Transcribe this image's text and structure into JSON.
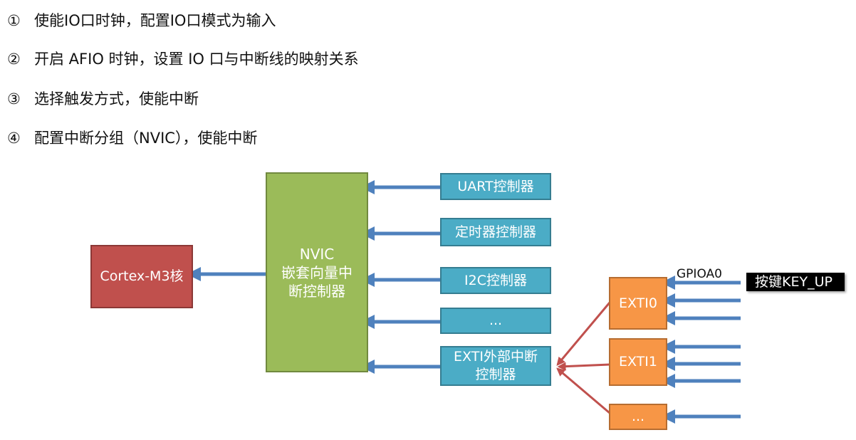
{
  "steps": [
    {
      "num": "①",
      "text": "使能IO口时钟，配置IO口模式为输入"
    },
    {
      "num": "②",
      "text": "开启 AFIO 时钟，设置 IO 口与中断线的映射关系"
    },
    {
      "num": "③",
      "text": "选择触发方式，使能中断"
    },
    {
      "num": "④",
      "text": "配置中断分组（NVIC），使能中断"
    }
  ],
  "diagram": {
    "core_label": "Cortex-M3核",
    "nvic_label": "NVIC\n嵌套向量中\n断控制器",
    "peripherals": [
      {
        "label": "UART控制器"
      },
      {
        "label": "定时器控制器"
      },
      {
        "label": "I2C控制器"
      },
      {
        "label": "..."
      },
      {
        "label": "EXTI外部中断\n控制器"
      }
    ],
    "exti_lines": [
      {
        "label": "EXTI0"
      },
      {
        "label": "EXTI1"
      },
      {
        "label": "..."
      }
    ],
    "gpio_label": "GPIOA0",
    "key_label": "按键KEY_UP"
  },
  "colors": {
    "core": "#c0504d",
    "nvic": "#9bbb59",
    "peripheral": "#4bacc6",
    "exti": "#f79646",
    "blue_arrow": "#4f81bd",
    "red_arrow": "#c0504d"
  }
}
